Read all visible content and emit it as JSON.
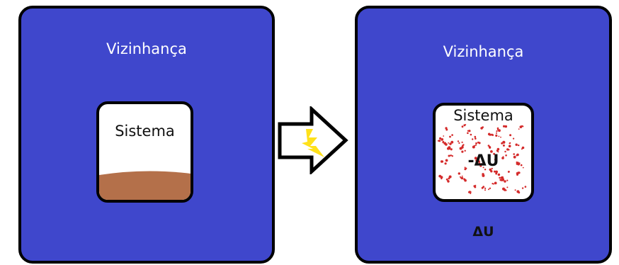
{
  "left_panel": {
    "title": "Vizinhança",
    "system_label": "Sistema"
  },
  "right_panel": {
    "title": "Vizinhança",
    "system_label": "Sistema",
    "inner_energy_change": "-ΔU",
    "outer_energy_change": "ΔU"
  },
  "colors": {
    "surroundings": "#3f47cc",
    "system": "#ffffff",
    "soil": "#b4704a",
    "particles": "#d42a2a",
    "lightning": "#ffe11a",
    "border": "#000000"
  },
  "icons": {
    "arrow": "right-arrow-icon",
    "lightning": "lightning-bolt-icon"
  }
}
